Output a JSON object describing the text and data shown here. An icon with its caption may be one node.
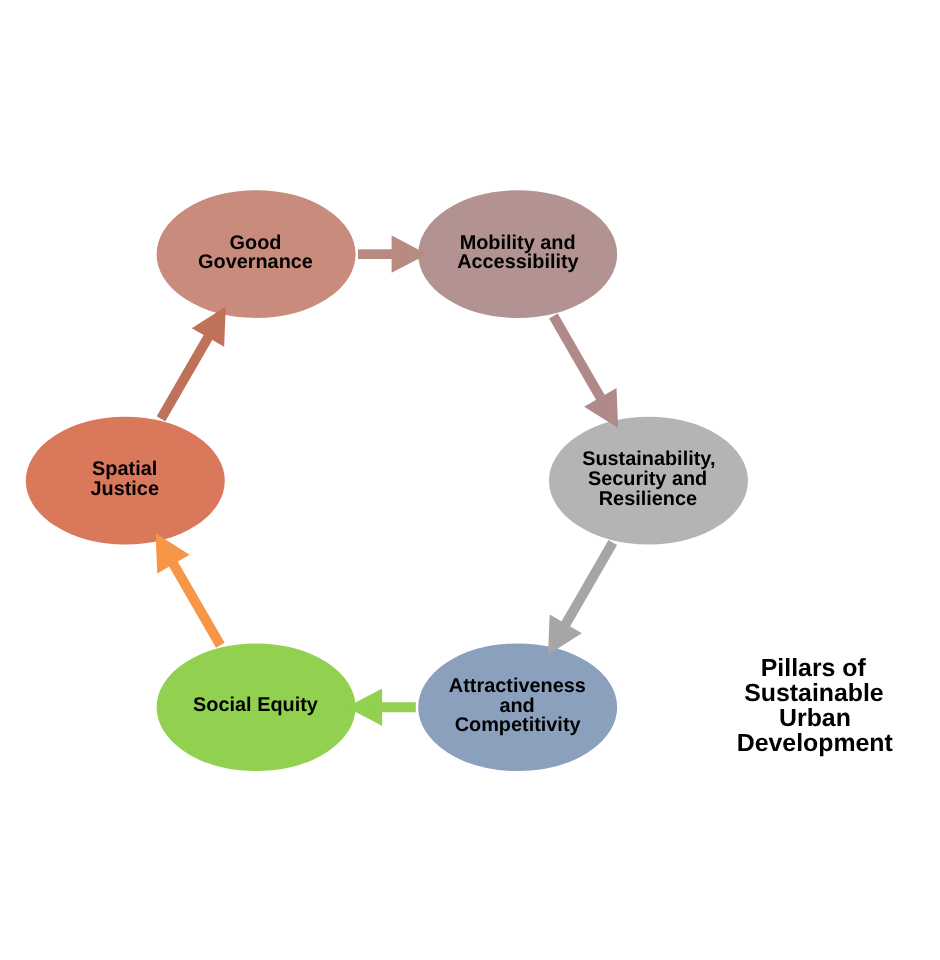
{
  "diagram": {
    "nodes": [
      {
        "text": [
          "Attractiveness and Competitivity"
        ]
      },
      {
        "text": [
          "Social Equity"
        ]
      },
      {
        "text": [
          "Spatial Justice"
        ]
      },
      {
        "text": [
          "Good Governance"
        ]
      },
      {
        "text": [
          "Mobility and Accessibility"
        ]
      },
      {
        "text": [
          "Sustainability, Security and Resilience"
        ]
      }
    ],
    "edges": [
      {
        "from": 0,
        "to": 1,
        "arrow": "to",
        "color": "#92d050"
      },
      {
        "from": 1,
        "to": 2,
        "arrow": "to",
        "color": "#f79646"
      },
      {
        "from": 2,
        "to": 3,
        "arrow": "to",
        "color": "#c0715a"
      },
      {
        "from": 3,
        "to": 4,
        "arrow": "to",
        "color": "#b88a80"
      },
      {
        "from": 4,
        "to": 5,
        "arrow": "to",
        "color": "#b08a88"
      },
      {
        "from": 5,
        "to": 0,
        "arrow": "to",
        "color": "#a6a6a6"
      }
    ],
    "labels": [
      "Pillars of Sustainable Urban Development"
    ]
  }
}
